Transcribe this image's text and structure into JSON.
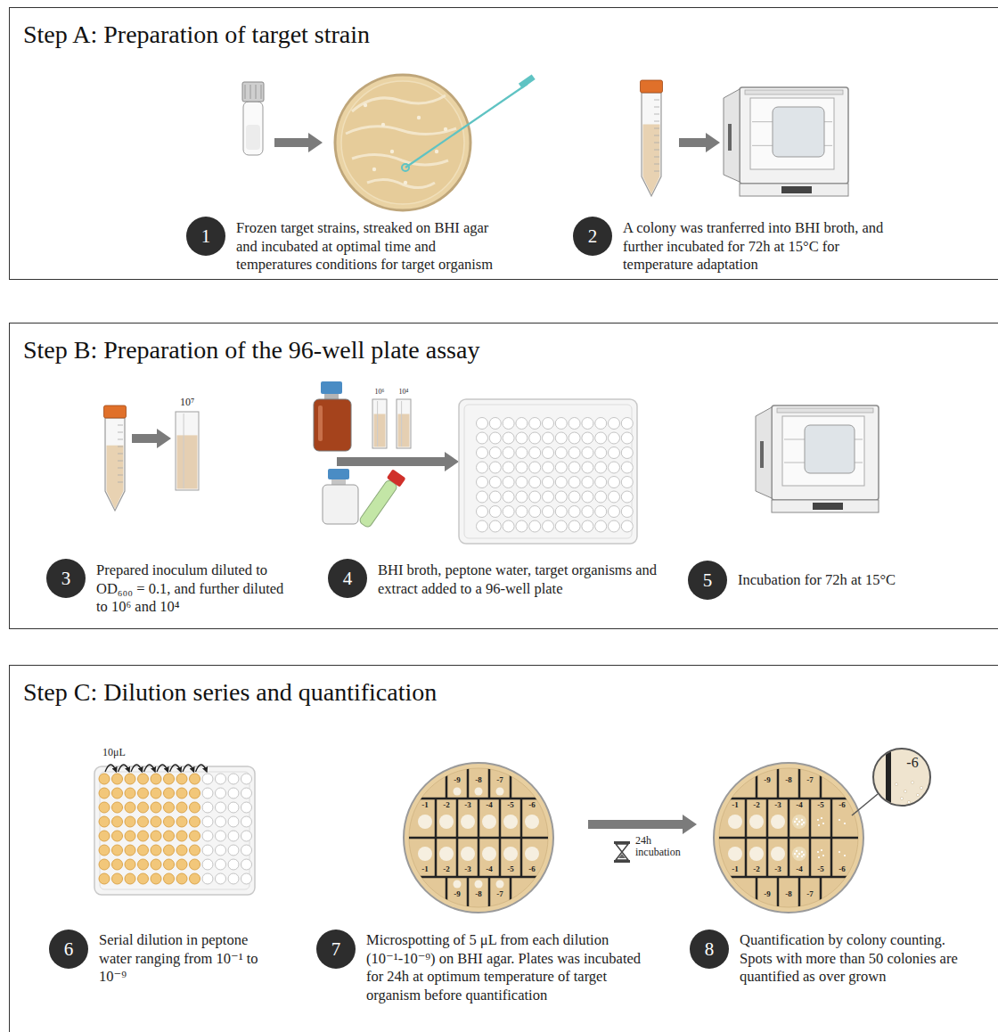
{
  "diagram": {
    "nodes": [
      {
        "text": [
          "Step A: Preparation of target strain"
        ]
      },
      {
        "text": [
          "1",
          "Frozen target strains, streaked on BHI agar and incubated at optimal time and temperatures conditions for target organism"
        ],
        "in": 0
      },
      {
        "text": [
          "2",
          "A colony was tranferred into BHI broth, and further incubated for 72h at 15°C for temperature adaptation"
        ],
        "in": 0
      },
      {
        "text": [
          "Step B: Preparation of the 96-well plate assay"
        ]
      },
      {
        "text": [
          "3",
          "Prepared inoculum diluted to OD₆₀₀ = 0.1, and further diluted to 10⁶ and 10⁴"
        ],
        "in": 3
      },
      {
        "text": [
          "4",
          "BHI broth, peptone water, target organisms and extract added to a 96-well plate"
        ],
        "in": 3
      },
      {
        "text": [
          "5",
          "Incubation for 72h at 15°C"
        ],
        "in": 3
      },
      {
        "text": [
          "Step C: Dilution series and quantification"
        ]
      },
      {
        "text": [
          "6",
          "Serial dilution in peptone water ranging from 10⁻¹ to 10⁻⁹"
        ],
        "in": 7
      },
      {
        "text": [
          "7",
          "Microspotting of 5 μL from each dilution (10⁻¹-10⁻⁹) on BHI agar. Plates was incubated for 24h at optimum temperature of target organism before quantification"
        ],
        "in": 7
      },
      {
        "text": [
          "8",
          "Quantification by colony counting. Spots with more than 50 colonies are quantified as over grown"
        ],
        "in": 7
      }
    ],
    "labels": [
      "10⁷",
      "10⁶",
      "10⁴",
      "10μL",
      "-9",
      "-8",
      "-7",
      "-1",
      "-2",
      "-3",
      "-4",
      "-5",
      "-6",
      "-1",
      "-2",
      "-3",
      "-4",
      "-5",
      "-6",
      "-9",
      "-8",
      "-7",
      "24h incubation",
      "-9",
      "-8",
      "-7",
      "-1",
      "-2",
      "-3",
      "-4",
      "-5",
      "-6",
      "-1",
      "-2",
      "-3",
      "-4",
      "-5",
      "-6",
      "-9",
      "-8",
      "-7",
      "-6"
    ]
  }
}
